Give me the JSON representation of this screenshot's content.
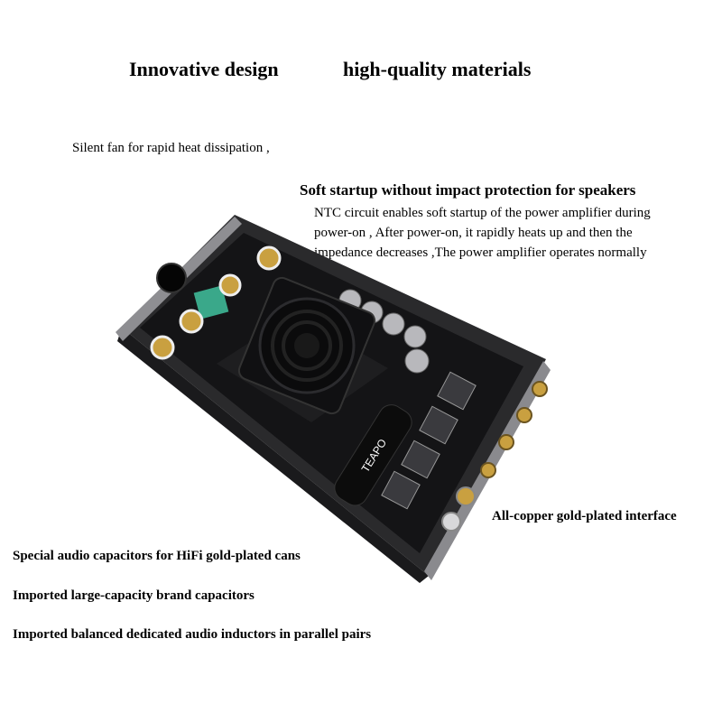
{
  "headline": {
    "left": "Innovative design",
    "right": "high-quality materials"
  },
  "fan_note": "Silent fan for rapid heat dissipation ,",
  "soft_startup": {
    "heading": "Soft startup without impact protection for speakers",
    "lines": [
      "NTC circuit enables soft startup of the power amplifier during",
      "power-on , After power-on, it rapidly heats up and then the",
      "impedance decreases  ,The power amplifier operates normally"
    ]
  },
  "features": {
    "interface": "All-copper gold-plated interface",
    "capacitors_hifi": "Special audio capacitors for HiFi gold-plated cans",
    "capacitors_brand": "Imported large-capacity brand capacitors",
    "inductors": "Imported balanced dedicated audio inductors in parallel pairs"
  },
  "product": {
    "capacitor_brand_text": "TEAPO"
  },
  "colors": {
    "text": "#000000",
    "enclosure": "#2a2a2c",
    "pcb": "#141416",
    "gold": "#c9a040",
    "capacitor": "#b8b8bc",
    "relay": "#3aa88a"
  }
}
